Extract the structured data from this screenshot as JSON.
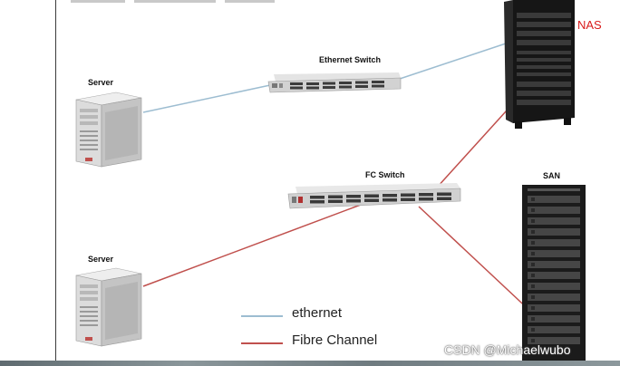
{
  "diagram": {
    "labels": {
      "ethernet_switch": "Ethernet Switch",
      "fc_switch": "FC Switch",
      "server_top": "Server",
      "server_bottom": "Server",
      "nas": "NAS",
      "san": "SAN"
    },
    "legend": [
      {
        "label": "ethernet",
        "color": "#9dbdd1"
      },
      {
        "label": "Fibre Channel",
        "color": "#c0504d"
      }
    ],
    "watermark": "CSDN @Michaelwubo"
  }
}
